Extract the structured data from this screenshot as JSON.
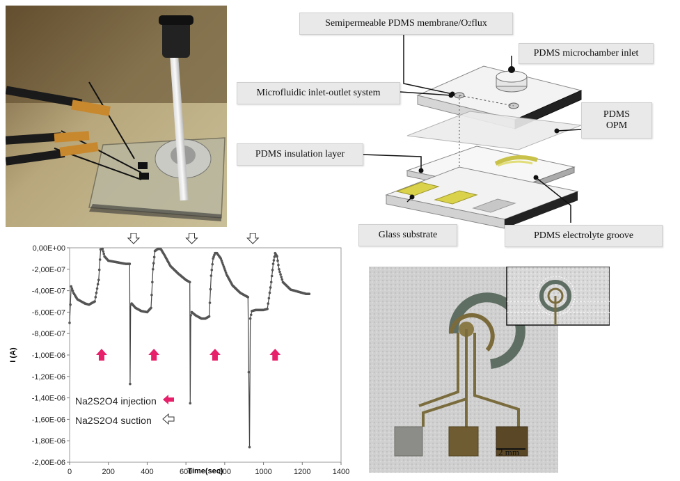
{
  "diagram": {
    "labels": {
      "membrane": "Semipermeable PDMS membrane/O",
      "membrane_sub": "2",
      "membrane_tail": " flux",
      "chamber_inlet": "PDMS microchamber inlet",
      "microfluidic": "Microfluidic inlet-outlet system",
      "opm_line1": "PDMS",
      "opm_line2": "OPM",
      "insulation": "PDMS insulation layer",
      "glass": "Glass substrate",
      "groove": "PDMS electrolyte groove"
    }
  },
  "scale_bar": "2 mm",
  "chart_data": {
    "type": "line",
    "xlabel": "Time(sec)",
    "ylabel": "I (A)",
    "xlim": [
      0,
      1400
    ],
    "ylim": [
      -2e-06,
      0
    ],
    "xticks": [
      "0",
      "200",
      "400",
      "600",
      "800",
      "1000",
      "1200",
      "1400"
    ],
    "yticks": [
      "0,00E+00",
      "-2,00E-07",
      "-4,00E-07",
      "-6,00E-07",
      "-8,00E-07",
      "-1,00E-06",
      "-1,20E-06",
      "-1,40E-06",
      "-1,60E-06",
      "-1,80E-06",
      "-2,00E-06"
    ],
    "legend": {
      "injection": "Na2S2O4 injection",
      "suction": "Na2S2O4 suction"
    },
    "injection_marker_times": [
      165,
      435,
      750,
      1060
    ],
    "suction_marker_times": [
      330,
      630,
      945
    ],
    "series": [
      {
        "x": [
          0,
          8,
          20,
          40,
          60,
          80,
          100,
          130,
          150,
          160,
          170,
          180,
          200,
          230,
          260,
          290,
          310,
          312,
          315,
          320,
          340,
          370,
          400,
          420,
          430,
          440,
          455,
          470,
          490,
          520,
          560,
          600,
          620,
          622,
          625,
          630,
          650,
          680,
          700,
          720,
          730,
          740,
          750,
          760,
          780,
          810,
          840,
          880,
          920,
          928,
          932,
          940,
          960,
          1000,
          1020,
          1040,
          1050,
          1060,
          1070,
          1080,
          1100,
          1140,
          1180,
          1220,
          1240
        ],
        "y": [
          -7e-07,
          -3.6e-07,
          -4.2e-07,
          -4.8e-07,
          -5e-07,
          -5.2e-07,
          -5.3e-07,
          -5e-07,
          -3e-07,
          -1.5e-08,
          -1e-08,
          -8e-08,
          -1.2e-07,
          -1.3e-07,
          -1.4e-07,
          -1.5e-07,
          -1.5e-07,
          -1.27e-06,
          -5.3e-07,
          -5.2e-07,
          -5.6e-07,
          -5.9e-07,
          -6e-07,
          -5.6e-07,
          -2e-07,
          -3e-08,
          -1e-08,
          -1e-08,
          -7e-08,
          -1.7e-07,
          -2.4e-07,
          -3e-07,
          -3.2e-07,
          -1.45e-06,
          -6.3e-07,
          -6e-07,
          -6.3e-07,
          -6.6e-07,
          -6.6e-07,
          -6.4e-07,
          -2.6e-07,
          -1e-07,
          -5e-08,
          -5e-08,
          -1e-07,
          -2.5e-07,
          -3.5e-07,
          -4.2e-07,
          -4.6e-07,
          -1.86e-06,
          -6.6e-07,
          -5.9e-07,
          -5.8e-07,
          -5.8e-07,
          -5.7e-07,
          -3.2e-07,
          -1.5e-07,
          -5e-08,
          -8e-08,
          -2e-07,
          -3.2e-07,
          -3.9e-07,
          -4.1e-07,
          -4.3e-07,
          -4.3e-07
        ]
      }
    ]
  }
}
